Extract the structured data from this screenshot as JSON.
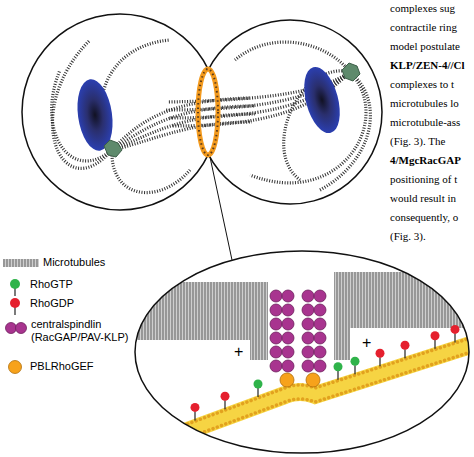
{
  "diagram": {
    "labels": [
      "complexes sug",
      "contractile ring",
      "model postulate",
      "KLP/ZEN-4//Cl",
      "complexes to t",
      "microtubules lo",
      "microtubule-ass",
      "(Fig. 3). The",
      "4/MgcRacGAP",
      "positioning of t",
      "would result in",
      "consequently, o",
      "(Fig. 3).",
      "+",
      "+"
    ],
    "legend": [
      {
        "text": "Microtubules"
      },
      {
        "text": "RhoGTP",
        "color": "#2fb34a"
      },
      {
        "text": "RhoGDP",
        "color": "#e5202e"
      },
      {
        "text": "centralspindlin (RacGAP/PAV-KLP)",
        "color": "#a8348f"
      },
      {
        "text": "PBLRhoGEF",
        "color": "#f7a21b"
      }
    ]
  }
}
